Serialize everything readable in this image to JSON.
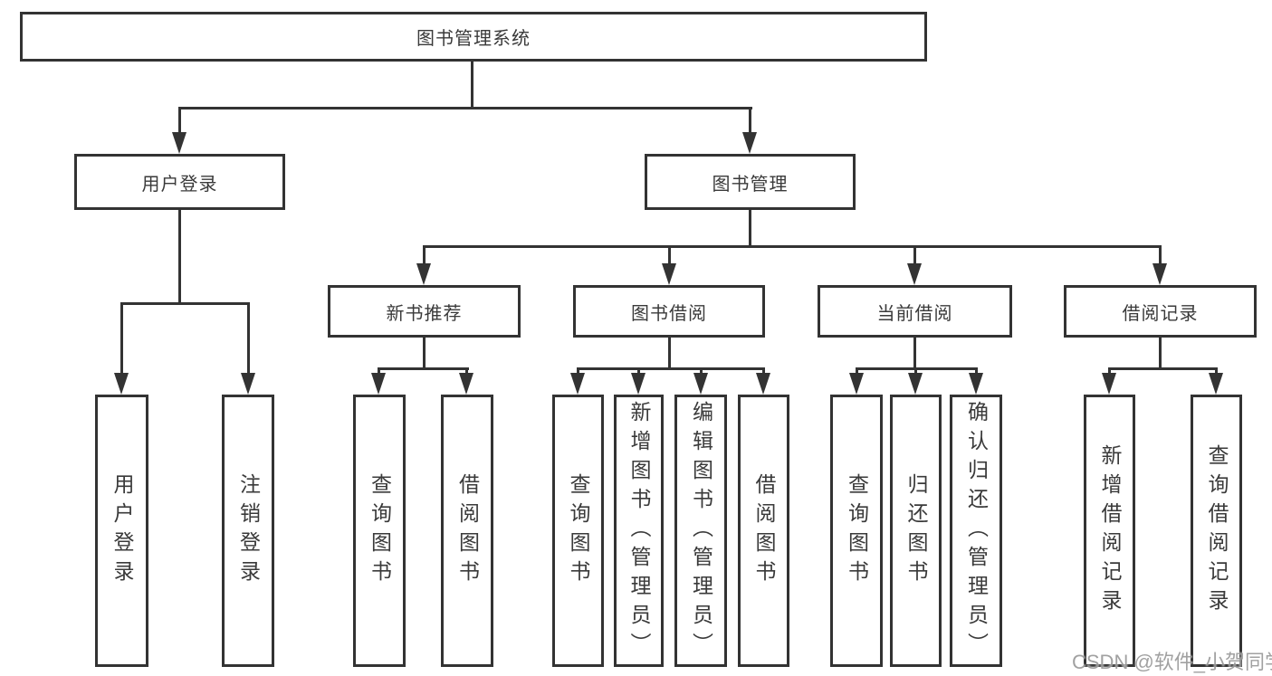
{
  "tree": {
    "label": "图书管理系统",
    "children": [
      {
        "label": "用户登录",
        "children": [
          {
            "label": "用户登录"
          },
          {
            "label": "注销登录"
          }
        ]
      },
      {
        "label": "图书管理",
        "children": [
          {
            "label": "新书推荐",
            "children": [
              {
                "label": "查询图书"
              },
              {
                "label": "借阅图书"
              }
            ]
          },
          {
            "label": "图书借阅",
            "children": [
              {
                "label": "查询图书"
              },
              {
                "label": "新增图书（管理员）"
              },
              {
                "label": "编辑图书（管理员）"
              },
              {
                "label": "借阅图书"
              }
            ]
          },
          {
            "label": "当前借阅",
            "children": [
              {
                "label": "查询图书"
              },
              {
                "label": "归还图书"
              },
              {
                "label": "确认归还（管理员）"
              }
            ]
          },
          {
            "label": "借阅记录",
            "children": [
              {
                "label": "新增借阅记录"
              },
              {
                "label": "查询借阅记录"
              }
            ]
          }
        ]
      }
    ]
  },
  "watermark": "CSDN @软件_小贺同学",
  "colors": {
    "line": "#333333",
    "text": "#3a3a3a",
    "watermark": "#919191",
    "background": "#ffffff"
  }
}
